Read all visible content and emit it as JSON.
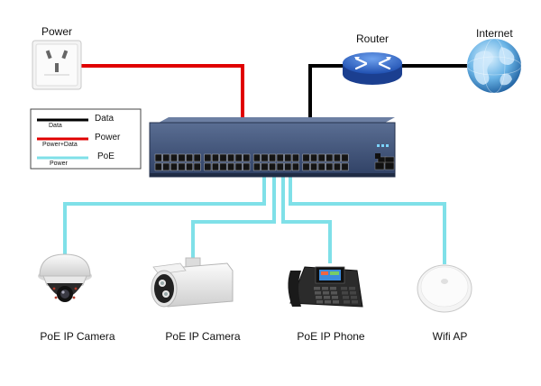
{
  "labels": {
    "power": "Power",
    "router": "Router",
    "internet": "Internet"
  },
  "legend": [
    {
      "name": "Data",
      "sub": "Data",
      "color": "#000000"
    },
    {
      "name": "Power",
      "sub": "Power+Data",
      "color": "#e00000"
    },
    {
      "name": "PoE",
      "sub": "Power",
      "color": "#7fe0e8"
    }
  ],
  "devices": [
    {
      "label": "PoE IP Camera",
      "icon": "dome-camera-icon"
    },
    {
      "label": "PoE IP Camera",
      "icon": "bullet-camera-icon"
    },
    {
      "label": "PoE IP Phone",
      "icon": "ip-phone-icon"
    },
    {
      "label": "Wifi AP",
      "icon": "wifi-ap-icon"
    }
  ],
  "icons": {
    "power": "power-socket-icon",
    "router": "router-icon",
    "internet": "globe-icon",
    "switch": "poe-switch-icon"
  },
  "colors": {
    "data_line": "#000000",
    "power_line": "#e00000",
    "poe_line": "#7fe0e8",
    "switch_body": "#3b5077"
  }
}
